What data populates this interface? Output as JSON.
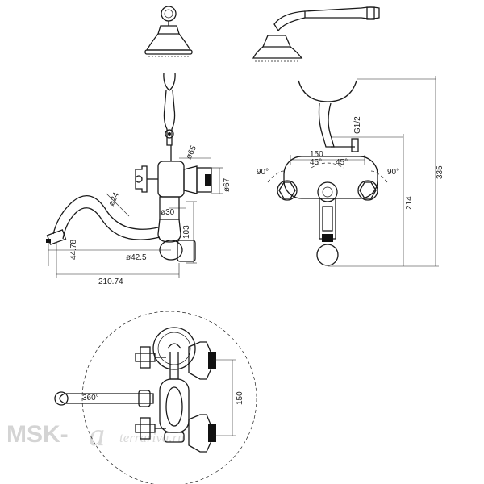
{
  "dimensions": {
    "d65": "ø65",
    "d67": "ø67",
    "d24": "ø24",
    "d30": "ø30",
    "d42_5": "ø42.5",
    "h103": "103",
    "h44_78": "44.78",
    "w210_74": "210.74",
    "w150_top": "150",
    "h214": "214",
    "h335": "335",
    "g12": "G1/2",
    "v45a": "45°",
    "v45b": "45°",
    "v90a": "90°",
    "v90b": "90°",
    "rot360": "360°",
    "w150_bottom": "150"
  },
  "watermark": {
    "brand": "MSK-",
    "mark": "a",
    "site": "terrariva.ru"
  }
}
